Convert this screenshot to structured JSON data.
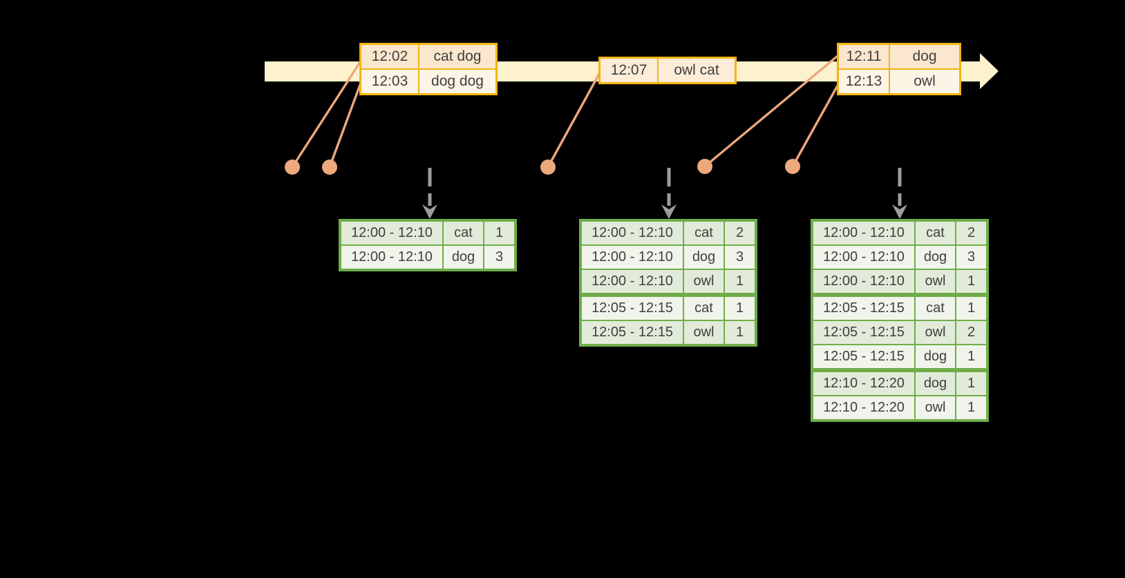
{
  "colors": {
    "background": "#000000",
    "timeline-band": "#fdf2cd",
    "event-border": "#f2b411",
    "event-row-dark": "#fbe7cd",
    "event-row-light": "#fdf4e6",
    "event-row-single": "#fcecd8",
    "result-border": "#6fad49",
    "result-row-dark": "#e2ebd9",
    "result-row-light": "#f0f4eb",
    "connector": "#eda87c",
    "trigger-arrow": "#9d9d9d",
    "table-text": "#3f3f3f"
  },
  "event_tables": [
    {
      "rows": [
        {
          "time": "12:02",
          "words": "cat dog"
        },
        {
          "time": "12:03",
          "words": "dog dog"
        }
      ]
    },
    {
      "rows": [
        {
          "time": "12:07",
          "words": "owl cat"
        }
      ]
    },
    {
      "rows": [
        {
          "time": "12:11",
          "words": "dog"
        },
        {
          "time": "12:13",
          "words": "owl"
        }
      ]
    }
  ],
  "result_tables": [
    {
      "rows": [
        {
          "window": "12:00 - 12:10",
          "word": "cat",
          "count": "1"
        },
        {
          "window": "12:00 - 12:10",
          "word": "dog",
          "count": "3"
        }
      ]
    },
    {
      "rows": [
        {
          "window": "12:00 - 12:10",
          "word": "cat",
          "count": "2"
        },
        {
          "window": "12:00 - 12:10",
          "word": "dog",
          "count": "3"
        },
        {
          "window": "12:00 - 12:10",
          "word": "owl",
          "count": "1"
        },
        {
          "window": "12:05 - 12:15",
          "word": "cat",
          "count": "1"
        },
        {
          "window": "12:05 - 12:15",
          "word": "owl",
          "count": "1"
        }
      ]
    },
    {
      "rows": [
        {
          "window": "12:00 - 12:10",
          "word": "cat",
          "count": "2"
        },
        {
          "window": "12:00 - 12:10",
          "word": "dog",
          "count": "3"
        },
        {
          "window": "12:00 - 12:10",
          "word": "owl",
          "count": "1"
        },
        {
          "window": "12:05 - 12:15",
          "word": "cat",
          "count": "1"
        },
        {
          "window": "12:05 - 12:15",
          "word": "owl",
          "count": "2"
        },
        {
          "window": "12:05 - 12:15",
          "word": "dog",
          "count": "1"
        },
        {
          "window": "12:10 - 12:20",
          "word": "dog",
          "count": "1"
        },
        {
          "window": "12:10 - 12:20",
          "word": "owl",
          "count": "1"
        }
      ]
    }
  ]
}
